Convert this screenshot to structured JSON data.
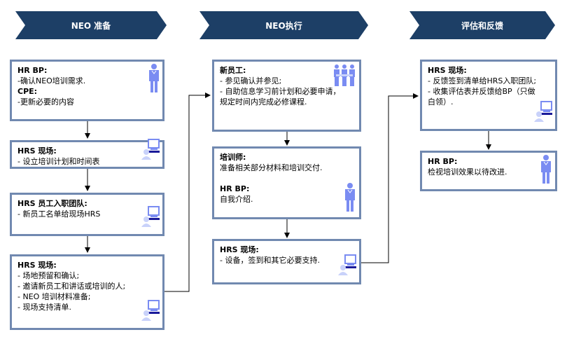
{
  "headers": [
    "NEO 准备",
    "NEO执行",
    "评估和反馈"
  ],
  "colors": {
    "header": "#1d3f66",
    "border": "#7189b0",
    "icon": "#7a8cf2"
  },
  "col1": [
    {
      "sections": [
        {
          "title": "HR BP:",
          "lines": [
            "-确认NEO培训需求."
          ]
        },
        {
          "title": "CPE:",
          "lines": [
            "-更新必要的内容"
          ]
        }
      ],
      "icon": "person-icon"
    },
    {
      "sections": [
        {
          "title": "HRS 现场:",
          "lines": [
            "- 设立培训计划和时间表"
          ]
        }
      ],
      "icon": "computer-user-icon"
    },
    {
      "sections": [
        {
          "title": "HRS 员工入职团队:",
          "lines": [
            "- 新员工名单给现场HRS"
          ]
        }
      ],
      "icon": "computer-user-icon"
    },
    {
      "sections": [
        {
          "title": "HRS 现场:",
          "lines": [
            "- 场地预留和确认;",
            "- 邀请新员工和讲话或培训的人;",
            "- NEO 培训材料准备;",
            "- 现场支持清单."
          ]
        }
      ],
      "icon": "computer-user-icon"
    }
  ],
  "col2": [
    {
      "sections": [
        {
          "title": "新员工:",
          "lines": [
            "- 参见确认并参见;",
            "- 自助信息学习前计划和必要申请，",
            "规定时间内完成必修课程."
          ]
        }
      ],
      "icon": "group-icon"
    },
    {
      "sections": [
        {
          "title": "培训师:",
          "lines": [
            "准备相关部分材料和培训交付."
          ]
        },
        {
          "title": "HR BP:",
          "lines": [
            "自我介绍."
          ]
        }
      ],
      "icon": "person-icon"
    },
    {
      "sections": [
        {
          "title": "HRS 现场:",
          "lines": [
            "- 设备，签到和其它必要支持."
          ]
        }
      ],
      "icon": "computer-user-icon"
    }
  ],
  "col3": [
    {
      "sections": [
        {
          "title": "HRS 现场:",
          "lines": [
            "- 反馈签到清单给HRS入职团队;",
            "- 收集评估表并反馈给BP（只做",
            "白领）."
          ]
        }
      ],
      "icon": "computer-user-icon"
    },
    {
      "sections": [
        {
          "title": "HR BP:",
          "lines": [
            "检视培训效果以待改进."
          ]
        }
      ],
      "icon": "person-icon"
    }
  ]
}
